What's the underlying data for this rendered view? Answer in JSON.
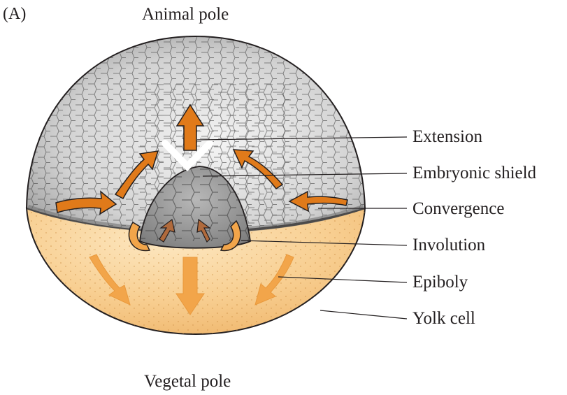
{
  "panel_label": "(A)",
  "poles": {
    "animal": "Animal pole",
    "vegetal": "Vegetal pole"
  },
  "labels": [
    {
      "id": "extension",
      "text": "Extension"
    },
    {
      "id": "embryonic-shield",
      "text": "Embryonic shield"
    },
    {
      "id": "convergence",
      "text": "Convergence"
    },
    {
      "id": "involution",
      "text": "Involution"
    },
    {
      "id": "epiboly",
      "text": "Epiboly"
    },
    {
      "id": "yolk-cell",
      "text": "Yolk cell"
    }
  ],
  "colors": {
    "yolk": "#f6c98a",
    "yolk_light": "#fbe2b6",
    "blastoderm_light": "#e9e9e9",
    "blastoderm_dark": "#9b9b9b",
    "shield": "#8e8e8e",
    "arrow_dark": "#e07a1a",
    "arrow_light": "#f2a54a",
    "arrow_brown": "#b06a3c",
    "outline": "#231f20"
  }
}
